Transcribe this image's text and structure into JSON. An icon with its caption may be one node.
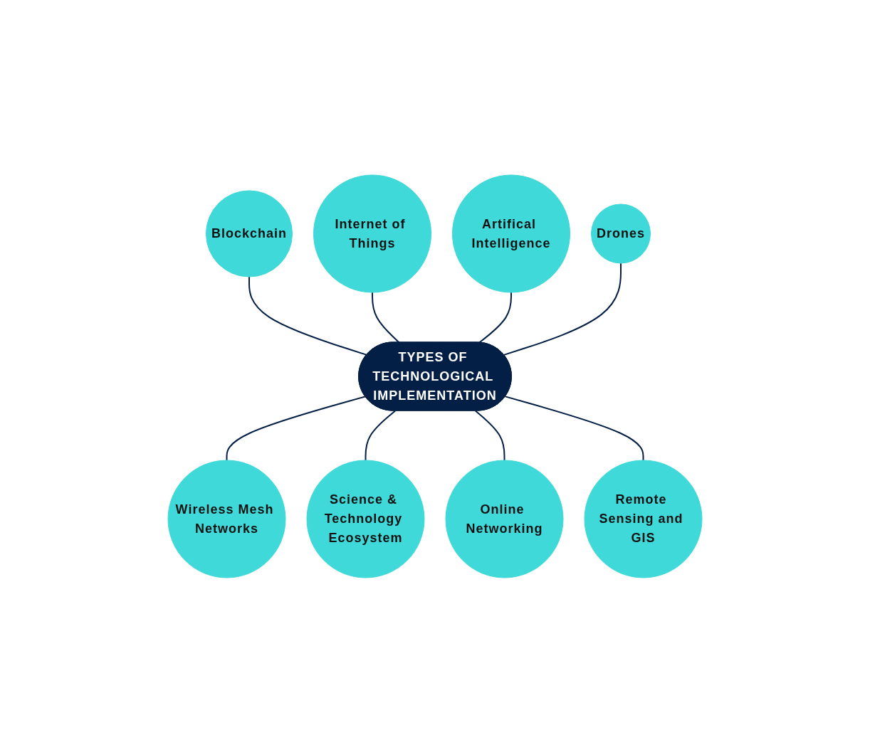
{
  "diagram": {
    "nodes": [
      {
        "text": [
          "Artifical Intelligence"
        ]
      },
      {
        "text": [
          "Internet of Things"
        ]
      },
      {
        "text": [
          "Drones"
        ]
      },
      {
        "text": [
          "Blockchain"
        ]
      },
      {
        "text": [
          "TYPES OF TECHNOLOGICAL IMPLEMENTATION"
        ]
      },
      {
        "text": [
          "Remote Sensing and GIS"
        ]
      },
      {
        "text": [
          "Wireless Mesh Networks"
        ]
      },
      {
        "text": [
          "Online Networking"
        ]
      },
      {
        "text": [
          "Science & Technology Ecosystem"
        ]
      }
    ],
    "edges": [
      {
        "from": 3,
        "to": 4,
        "arrow": "none"
      },
      {
        "from": 1,
        "to": 4,
        "arrow": "none"
      },
      {
        "from": 0,
        "to": 4,
        "arrow": "none"
      },
      {
        "from": 2,
        "to": 4,
        "arrow": "none"
      },
      {
        "from": 4,
        "to": 6,
        "arrow": "none"
      },
      {
        "from": 4,
        "to": 8,
        "arrow": "none"
      },
      {
        "from": 4,
        "to": 7,
        "arrow": "none"
      },
      {
        "from": 4,
        "to": 5,
        "arrow": "none"
      }
    ]
  }
}
